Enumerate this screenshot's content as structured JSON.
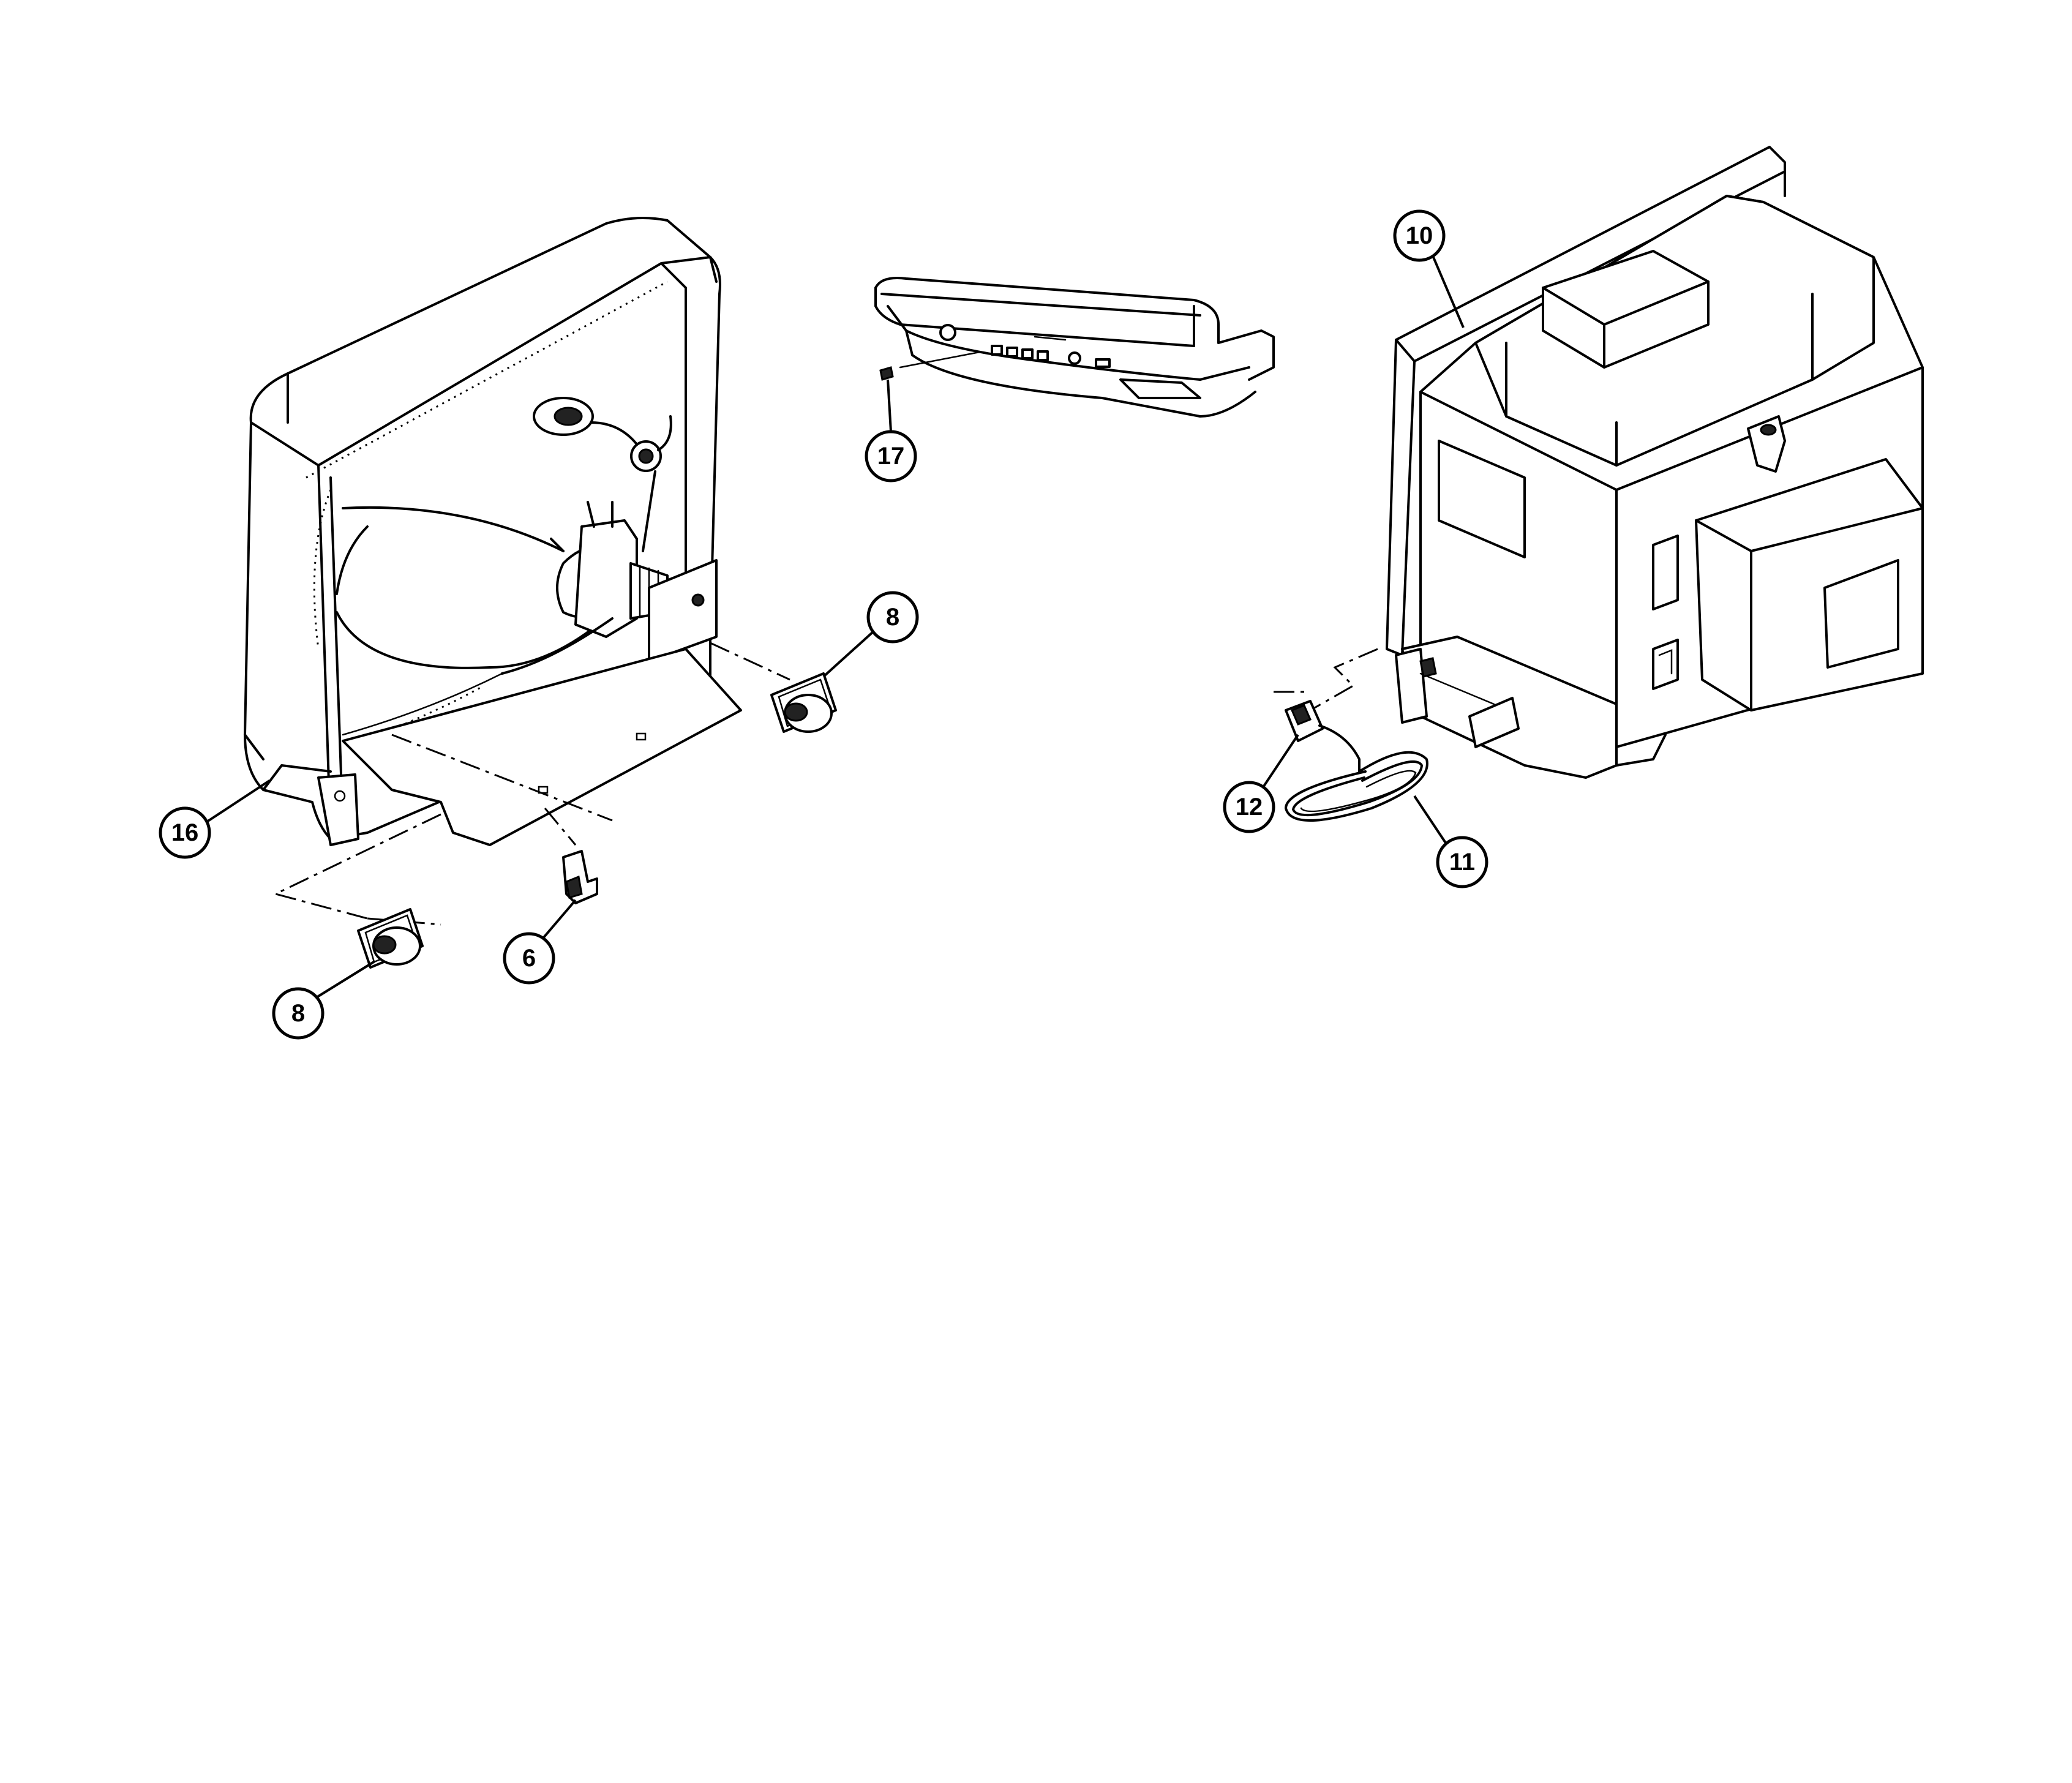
{
  "callouts": [
    {
      "id": "c16",
      "label": "16"
    },
    {
      "id": "c8a",
      "label": "8"
    },
    {
      "id": "c8b",
      "label": "8"
    },
    {
      "id": "c6",
      "label": "6"
    },
    {
      "id": "c17",
      "label": "17"
    },
    {
      "id": "c10",
      "label": "10"
    },
    {
      "id": "c12",
      "label": "12"
    },
    {
      "id": "c11",
      "label": "11"
    }
  ]
}
